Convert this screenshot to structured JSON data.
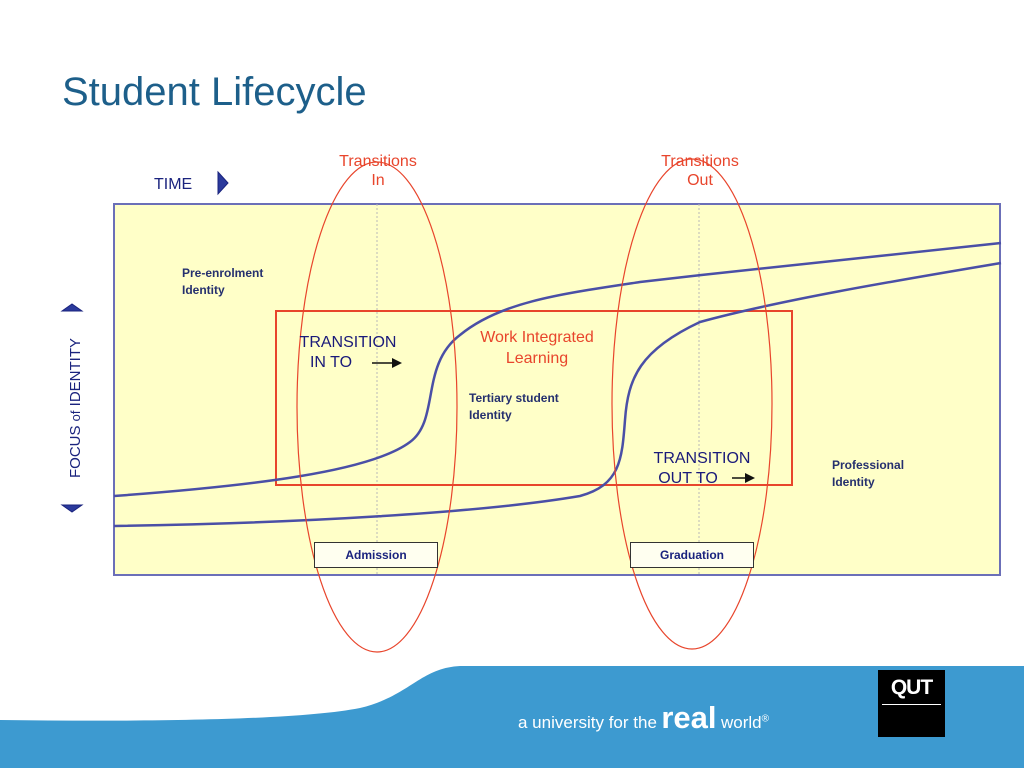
{
  "title": "Student Lifecycle",
  "diagram": {
    "time_label": "TIME",
    "transitions_in": {
      "line1": "Transitions",
      "line2": "In"
    },
    "transitions_out": {
      "line1": "Transitions",
      "line2": "Out"
    },
    "axis_label_prefix": "FOCUS",
    "axis_label_of": "of",
    "axis_label_suffix": "IDENTITY",
    "pre_enrolment": {
      "line1": "Pre-enrolment",
      "line2": "Identity"
    },
    "transition_in_to": {
      "line1": "TRANSITION",
      "line2": "IN TO"
    },
    "wil": {
      "line1": "Work Integrated",
      "line2": "Learning"
    },
    "tertiary": {
      "line1": "Tertiary student",
      "line2": "Identity"
    },
    "transition_out_to": {
      "line1": "TRANSITION",
      "line2": "OUT TO"
    },
    "professional": {
      "line1": "Professional",
      "line2": "Identity"
    },
    "admission": "Admission",
    "graduation": "Graduation",
    "colors": {
      "panel_bg": "#ffffc8",
      "curve": "#4a4fa6",
      "highlight": "#e8452c",
      "title": "#1d5f8a",
      "footer": "#3d9ad0"
    }
  },
  "footer": {
    "tagline_prefix": "a university for the",
    "tagline_real": "real",
    "tagline_world": "world",
    "registered": "®",
    "logo": "QUT"
  }
}
